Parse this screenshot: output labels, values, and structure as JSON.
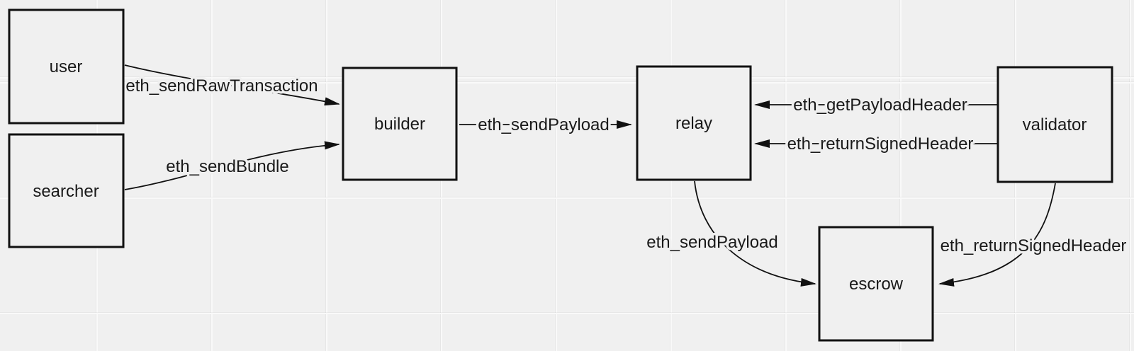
{
  "canvas": {
    "background_color": "#f0f0f0",
    "grid_line_color": "#f9f9f9",
    "shape_stroke_color": "#111111",
    "text_color": "#1a1a1a"
  },
  "diagram": {
    "type": "flow-diagram",
    "nodes": {
      "user": {
        "label": "user"
      },
      "searcher": {
        "label": "searcher"
      },
      "builder": {
        "label": "builder"
      },
      "relay": {
        "label": "relay"
      },
      "validator": {
        "label": "validator"
      },
      "escrow": {
        "label": "escrow"
      }
    },
    "edges": {
      "user_to_builder": {
        "label": "eth_sendRawTransaction",
        "from": "user",
        "to": "builder"
      },
      "searcher_to_builder": {
        "label": "eth_sendBundle",
        "from": "searcher",
        "to": "builder"
      },
      "builder_to_relay": {
        "label": "eth_sendPayload",
        "from": "builder",
        "to": "relay"
      },
      "validator_to_relay_get": {
        "label": "eth_getPayloadHeader",
        "from": "validator",
        "to": "relay"
      },
      "validator_to_relay_return": {
        "label": "eth_returnSignedHeader",
        "from": "validator",
        "to": "relay"
      },
      "relay_to_escrow": {
        "label": "eth_sendPayload",
        "from": "relay",
        "to": "escrow"
      },
      "validator_to_escrow": {
        "label": "eth_returnSignedHeader",
        "from": "validator",
        "to": "escrow"
      }
    }
  }
}
